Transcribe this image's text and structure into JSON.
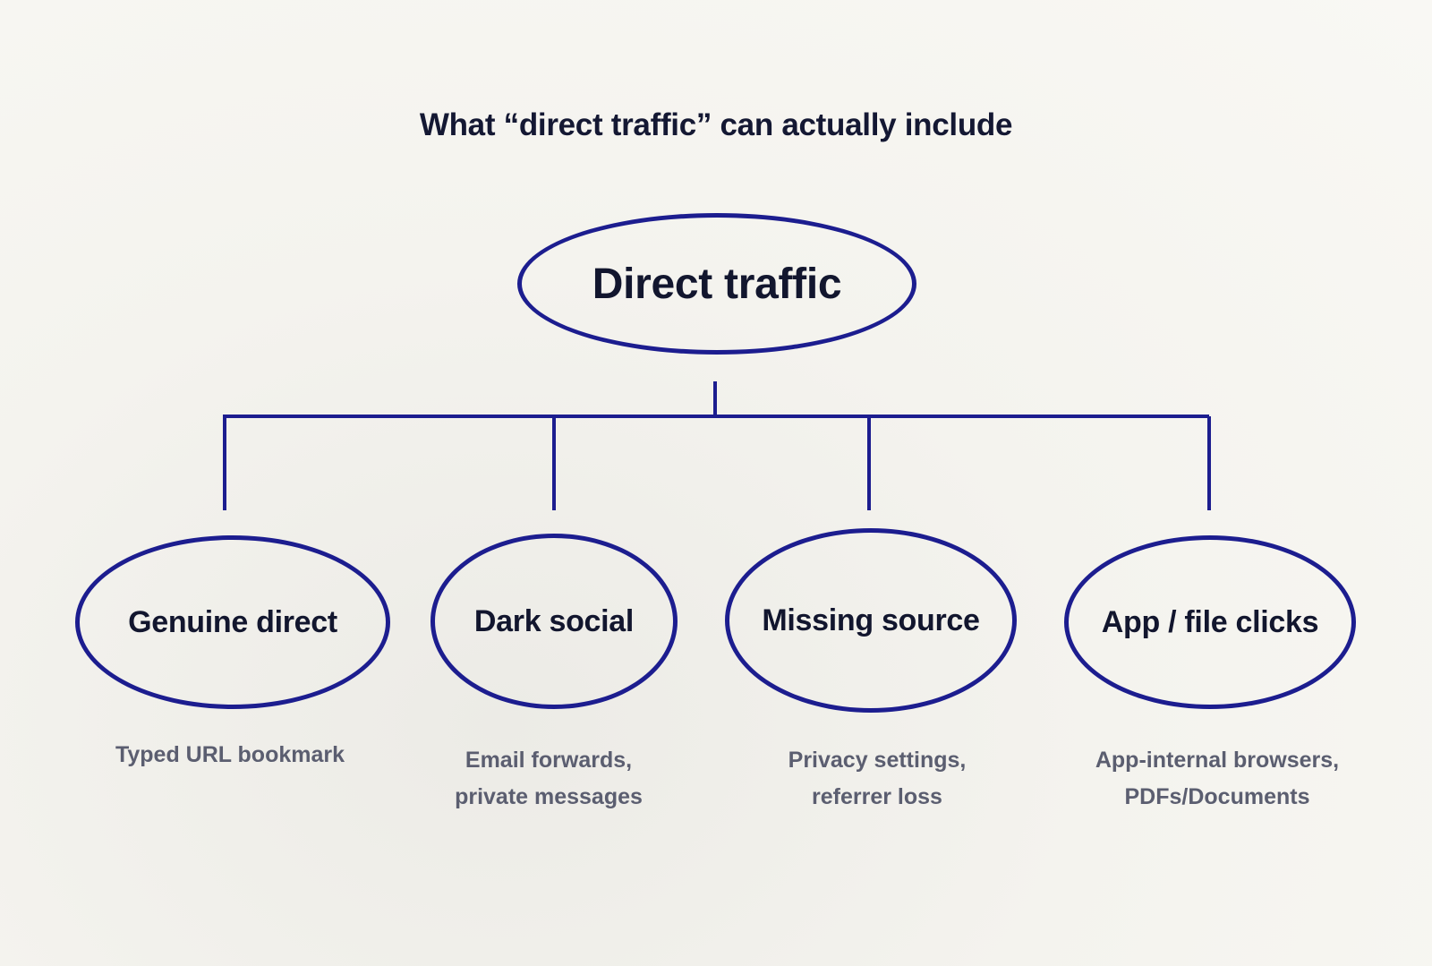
{
  "title": "What “direct traffic” can actually include",
  "root": {
    "label": "Direct traffic"
  },
  "children": [
    {
      "label": "Genuine direct",
      "description": [
        "Typed URL bookmark"
      ]
    },
    {
      "label": "Dark social",
      "description": [
        "Email forwards,",
        "private messages"
      ]
    },
    {
      "label": "Missing source",
      "description": [
        "Privacy settings,",
        "referrer loss"
      ]
    },
    {
      "label": "App / file clicks",
      "description": [
        "App-internal browsers,",
        "PDFs/Documents"
      ]
    }
  ],
  "colors": {
    "accent": "#1c1d8f",
    "text": "#12162e",
    "muted": "#5b5e70",
    "background": "#f7f6f1"
  }
}
